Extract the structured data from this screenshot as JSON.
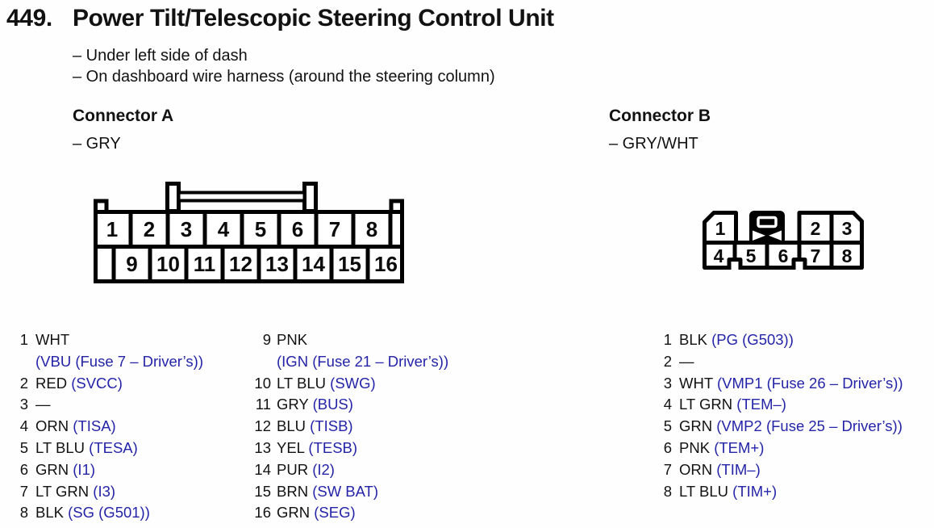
{
  "page": {
    "number": "449.",
    "title": "Power Tilt/Telescopic Steering Control Unit",
    "notes": [
      "– Under left side of dash",
      "– On dashboard wire harness (around the steering column)"
    ]
  },
  "colors": {
    "signal_blue": "#2424a8",
    "ink": "#121212",
    "paper": "#fefefe"
  },
  "connector_a": {
    "title": "Connector A",
    "color_note": "– GRY",
    "top_row_pins": [
      "1",
      "2",
      "3",
      "4",
      "5",
      "6",
      "7",
      "8"
    ],
    "bottom_row_pins": [
      "9",
      "10",
      "11",
      "12",
      "13",
      "14",
      "15",
      "16"
    ],
    "pin_list_left": [
      {
        "num": "1",
        "wire": "WHT",
        "signal": "",
        "signal_line2": "(VBU (Fuse 7 – Driver’s))"
      },
      {
        "num": "2",
        "wire": "RED",
        "signal": "(SVCC)"
      },
      {
        "num": "3",
        "wire": "—",
        "signal": ""
      },
      {
        "num": "4",
        "wire": "ORN",
        "signal": "(TISA)"
      },
      {
        "num": "5",
        "wire": "LT BLU",
        "signal": "(TESA)"
      },
      {
        "num": "6",
        "wire": "GRN",
        "signal": "(I1)"
      },
      {
        "num": "7",
        "wire": "LT GRN",
        "signal": "(I3)"
      },
      {
        "num": "8",
        "wire": "BLK",
        "signal": "(SG (G501))"
      }
    ],
    "pin_list_right": [
      {
        "num": "9",
        "wire": "PNK",
        "signal": "",
        "signal_line2": "(IGN (Fuse 21 – Driver’s))"
      },
      {
        "num": "10",
        "wire": "LT BLU",
        "signal": "(SWG)"
      },
      {
        "num": "11",
        "wire": "GRY",
        "signal": "(BUS)"
      },
      {
        "num": "12",
        "wire": "BLU",
        "signal": "(TISB)"
      },
      {
        "num": "13",
        "wire": "YEL",
        "signal": "(TESB)"
      },
      {
        "num": "14",
        "wire": "PUR",
        "signal": "(I2)"
      },
      {
        "num": "15",
        "wire": "BRN",
        "signal": "(SW BAT)"
      },
      {
        "num": "16",
        "wire": "GRN",
        "signal": "(SEG)"
      }
    ]
  },
  "connector_b": {
    "title": "Connector B",
    "color_note": "– GRY/WHT",
    "top_row_pins": [
      "1",
      "2",
      "3"
    ],
    "bottom_row_pins": [
      "4",
      "5",
      "6",
      "7",
      "8"
    ],
    "pin_list": [
      {
        "num": "1",
        "wire": "BLK",
        "signal": "(PG (G503))"
      },
      {
        "num": "2",
        "wire": "—",
        "signal": ""
      },
      {
        "num": "3",
        "wire": "WHT",
        "signal": "(VMP1 (Fuse 26 – Driver’s))"
      },
      {
        "num": "4",
        "wire": "LT GRN",
        "signal": "(TEM–)"
      },
      {
        "num": "5",
        "wire": "GRN",
        "signal": "(VMP2 (Fuse 25 – Driver’s))"
      },
      {
        "num": "6",
        "wire": "PNK",
        "signal": "(TEM+)"
      },
      {
        "num": "7",
        "wire": "ORN",
        "signal": "(TIM–)"
      },
      {
        "num": "8",
        "wire": "LT BLU",
        "signal": "(TIM+)"
      }
    ]
  }
}
